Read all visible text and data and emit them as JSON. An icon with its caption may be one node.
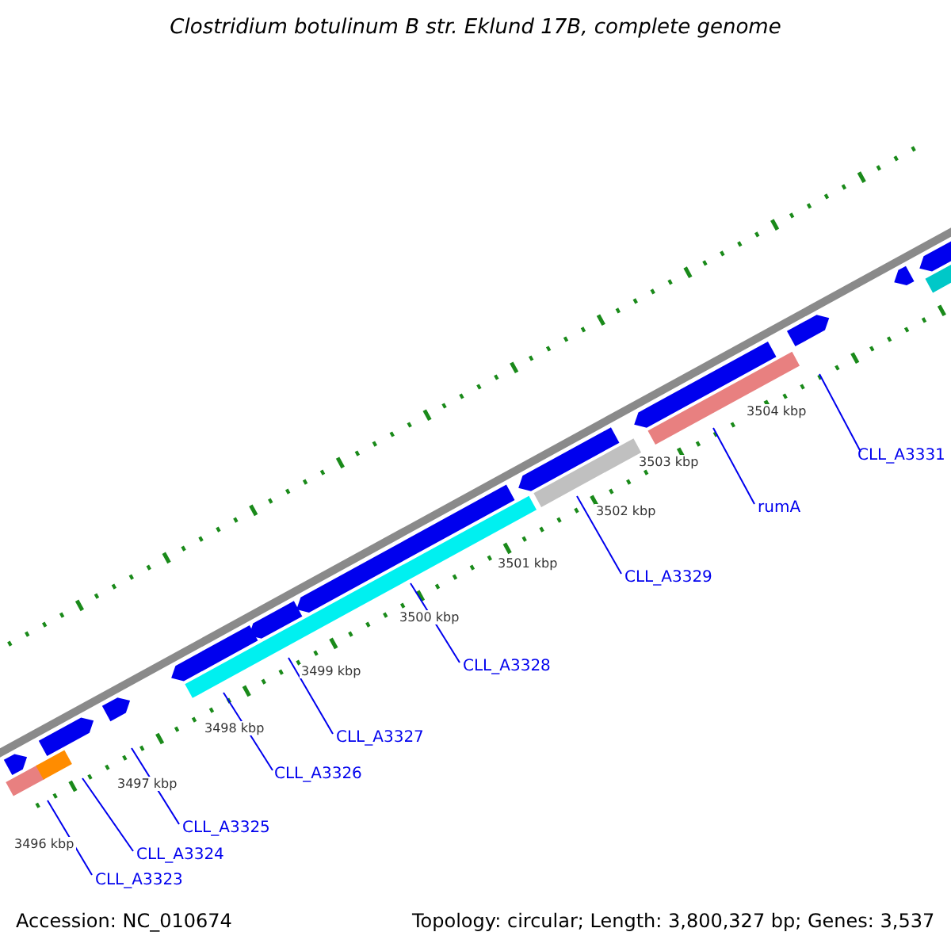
{
  "diagram": {
    "title": "Clostridium botulinum B str. Eklund 17B, complete genome",
    "nodes": [
      {
        "text": [
          "CLL_A3323"
        ]
      },
      {
        "text": [
          "CLL_A3324"
        ]
      },
      {
        "text": [
          "CLL_A3325"
        ]
      },
      {
        "text": [
          "CLL_A3326"
        ]
      },
      {
        "text": [
          "CLL_A3327"
        ]
      },
      {
        "text": [
          "CLL_A3328"
        ]
      },
      {
        "text": [
          "CLL_A3329"
        ]
      },
      {
        "text": [
          "rumA"
        ]
      },
      {
        "text": [
          "CLL_A3331"
        ]
      }
    ],
    "edges": [
      {
        "from": 0,
        "to": null,
        "arrow": "none"
      },
      {
        "from": 1,
        "to": null,
        "arrow": "none"
      },
      {
        "from": 2,
        "to": null,
        "arrow": "none"
      },
      {
        "from": 3,
        "to": null,
        "arrow": "none"
      },
      {
        "from": 4,
        "to": null,
        "arrow": "none"
      },
      {
        "from": 5,
        "to": null,
        "arrow": "none"
      },
      {
        "from": 6,
        "to": null,
        "arrow": "none"
      },
      {
        "from": 7,
        "to": null,
        "arrow": "none"
      },
      {
        "from": 8,
        "to": null,
        "arrow": "none"
      }
    ],
    "labels": [
      "3496 kbp",
      "3497 kbp",
      "3498 kbp",
      "3499 kbp",
      "3500 kbp",
      "3501 kbp",
      "3502 kbp",
      "3503 kbp",
      "3504 kbp",
      "Accession: NC_010674",
      "Topology: circular; Length: 3,800,327 bp; Genes: 3,537"
    ]
  }
}
